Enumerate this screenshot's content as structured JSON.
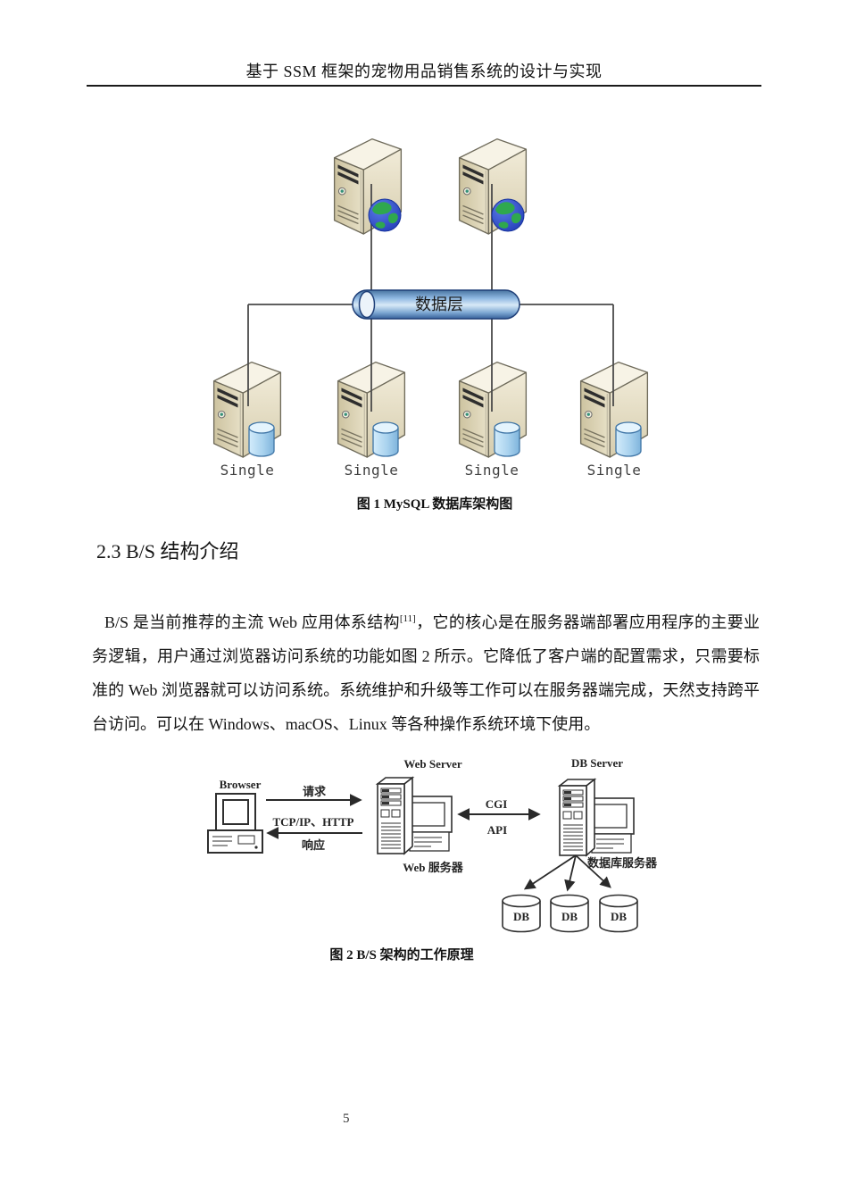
{
  "page": {
    "number": "5"
  },
  "header": {
    "title": "基于 SSM 框架的宠物用品销售系统的设计与实现"
  },
  "figure1": {
    "caption": "图 1 MySQL 数据库架构图",
    "pipe_label": "数据层",
    "single_labels": [
      "Single",
      "Single",
      "Single",
      "Single"
    ],
    "icons": [
      "server-tower-icon",
      "globe-icon",
      "database-cylinder-icon",
      "data-pipe-icon"
    ],
    "colors": {
      "tower_beige": "#ddd3b2",
      "globe_blue": "#2b46c8",
      "globe_green": "#2fa84e",
      "db_cylinder_blue": "#a9d2ee",
      "pipe_blue": "#8fb8e2",
      "connector_gray": "#4a4a4a"
    }
  },
  "section": {
    "heading": "2.3 B/S 结构介绍"
  },
  "paragraph": {
    "part1": "B/S 是当前推荐的主流 Web 应用体系结构",
    "ref": "[11]",
    "part2": "，它的核心是在服务器端部署应用程序的主要业务逻辑，用户通过浏览器访问系统的功能如图 2 所示。它降低了客户端的配置需求，只需要标准的 Web 浏览器就可以访问系统。系统维护和升级等工作可以在服务器端完成，天然支持跨平台访问。可以在 Windows、macOS、Linux 等各种操作系统环境下使用。"
  },
  "figure2": {
    "caption": "图 2 B/S 架构的工作原理",
    "labels": {
      "browser": "Browser",
      "web_server": "Web Server",
      "db_server": "DB Server",
      "request": "请求",
      "protocol": "TCP/IP、HTTP",
      "response": "响应",
      "cgi": "CGI",
      "api": "API",
      "web_server_cn": "Web 服务器",
      "db_server_cn": "数据库服务器",
      "db": "DB"
    },
    "icons": [
      "desktop-computer-icon",
      "server-workstation-icon",
      "db-cylinder-icon",
      "arrow-icon"
    ]
  }
}
